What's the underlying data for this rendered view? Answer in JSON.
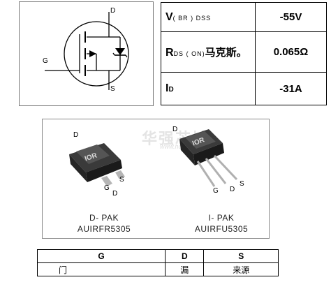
{
  "symbol": {
    "pins": {
      "drain": "D",
      "gate": "G",
      "source": "S"
    }
  },
  "specs": {
    "rows": [
      {
        "symbol": "V",
        "subscript": "( BR ) DSS",
        "suffix": "",
        "value": "-55V"
      },
      {
        "symbol": "R",
        "subscript": "DS ( ON)",
        "suffix": "马克斯。",
        "value": "0.065Ω"
      },
      {
        "symbol": "I",
        "subscript": "D",
        "suffix": "",
        "value": "-31A"
      }
    ]
  },
  "packages": {
    "watermark": "华强芯城",
    "watermark_url": "www.hqchip.com",
    "dpak": {
      "pin_d": "D",
      "pin_g": "G",
      "pin_s": "S",
      "name": "D- PAK",
      "part": "AUIRFR5305"
    },
    "ipak": {
      "pin_d": "D",
      "pin_g": "G",
      "pin_s": "S",
      "pin_d2": "D",
      "name": "I- PAK",
      "part": "AUIRFU5305"
    }
  },
  "pin_table": {
    "headers": [
      "G",
      "D",
      "S"
    ],
    "names": [
      "门",
      "漏",
      "来源"
    ]
  },
  "colors": {
    "border": "#000000",
    "frame": "#8a8a8a",
    "package_body": "#2a2a2a",
    "lead": "#b0b0b0"
  }
}
